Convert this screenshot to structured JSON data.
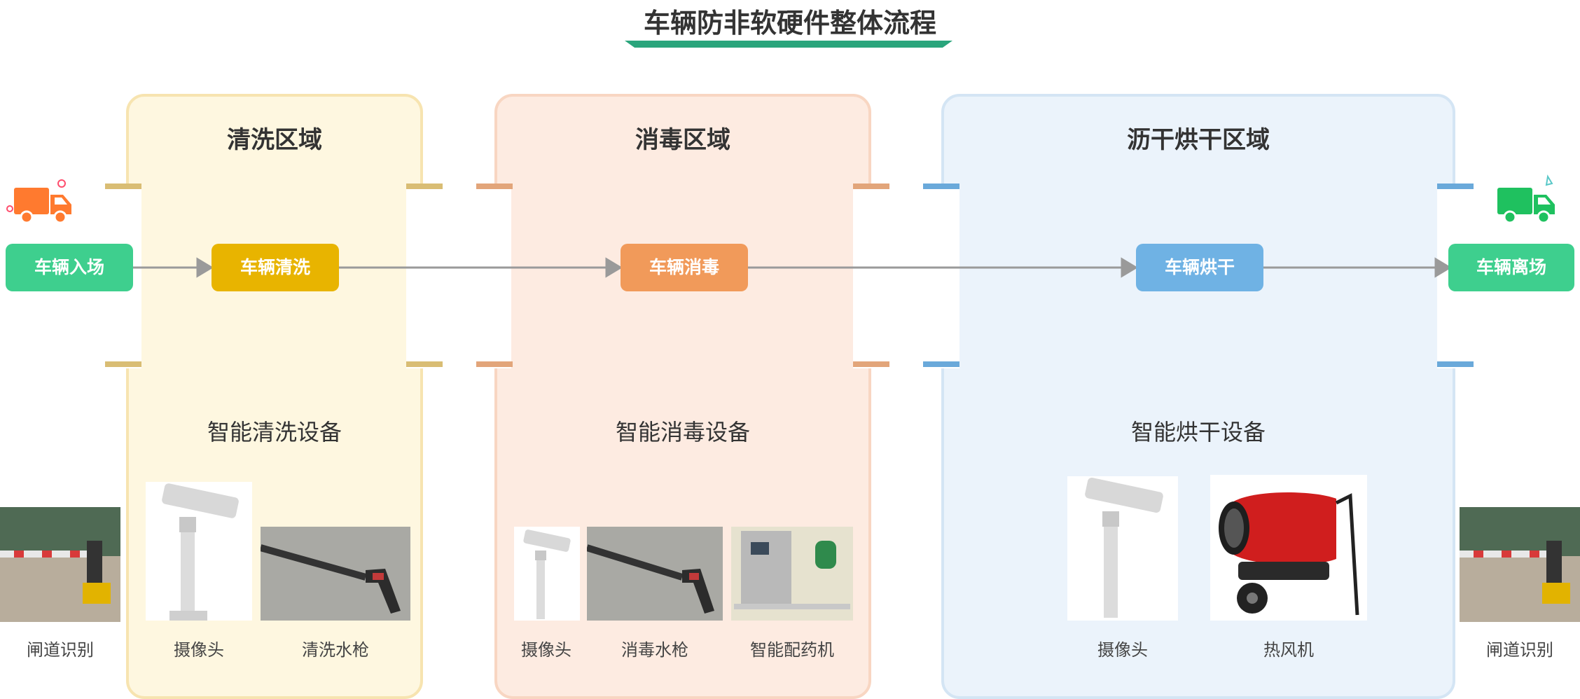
{
  "title": "车辆防非软硬件整体流程",
  "zones": {
    "wash": {
      "title": "清洗区域",
      "node": "车辆清洗",
      "devices_title": "智能清洗设备",
      "devices": [
        "摄像头",
        "清洗水枪"
      ]
    },
    "disinfect": {
      "title": "消毒区域",
      "node": "车辆消毒",
      "devices_title": "智能消毒设备",
      "devices": [
        "摄像头",
        "消毒水枪",
        "智能配药机"
      ]
    },
    "dry": {
      "title": "沥干烘干区域",
      "node": "车辆烘干",
      "devices_title": "智能烘干设备",
      "devices": [
        "摄像头",
        "热风机"
      ]
    }
  },
  "entry": {
    "label": "车辆入场",
    "gate": "闸道识别"
  },
  "exit": {
    "label": "车辆离场",
    "gate": "闸道识别"
  },
  "colors": {
    "entry_node": "#3ecf8e",
    "wash_node": "#e8b400",
    "disinfect_node": "#f19a5a",
    "dry_node": "#6fb2e4",
    "title_bar": "#2aa57c",
    "truck_in": "#ff7a2f",
    "truck_out": "#1fc15f"
  }
}
